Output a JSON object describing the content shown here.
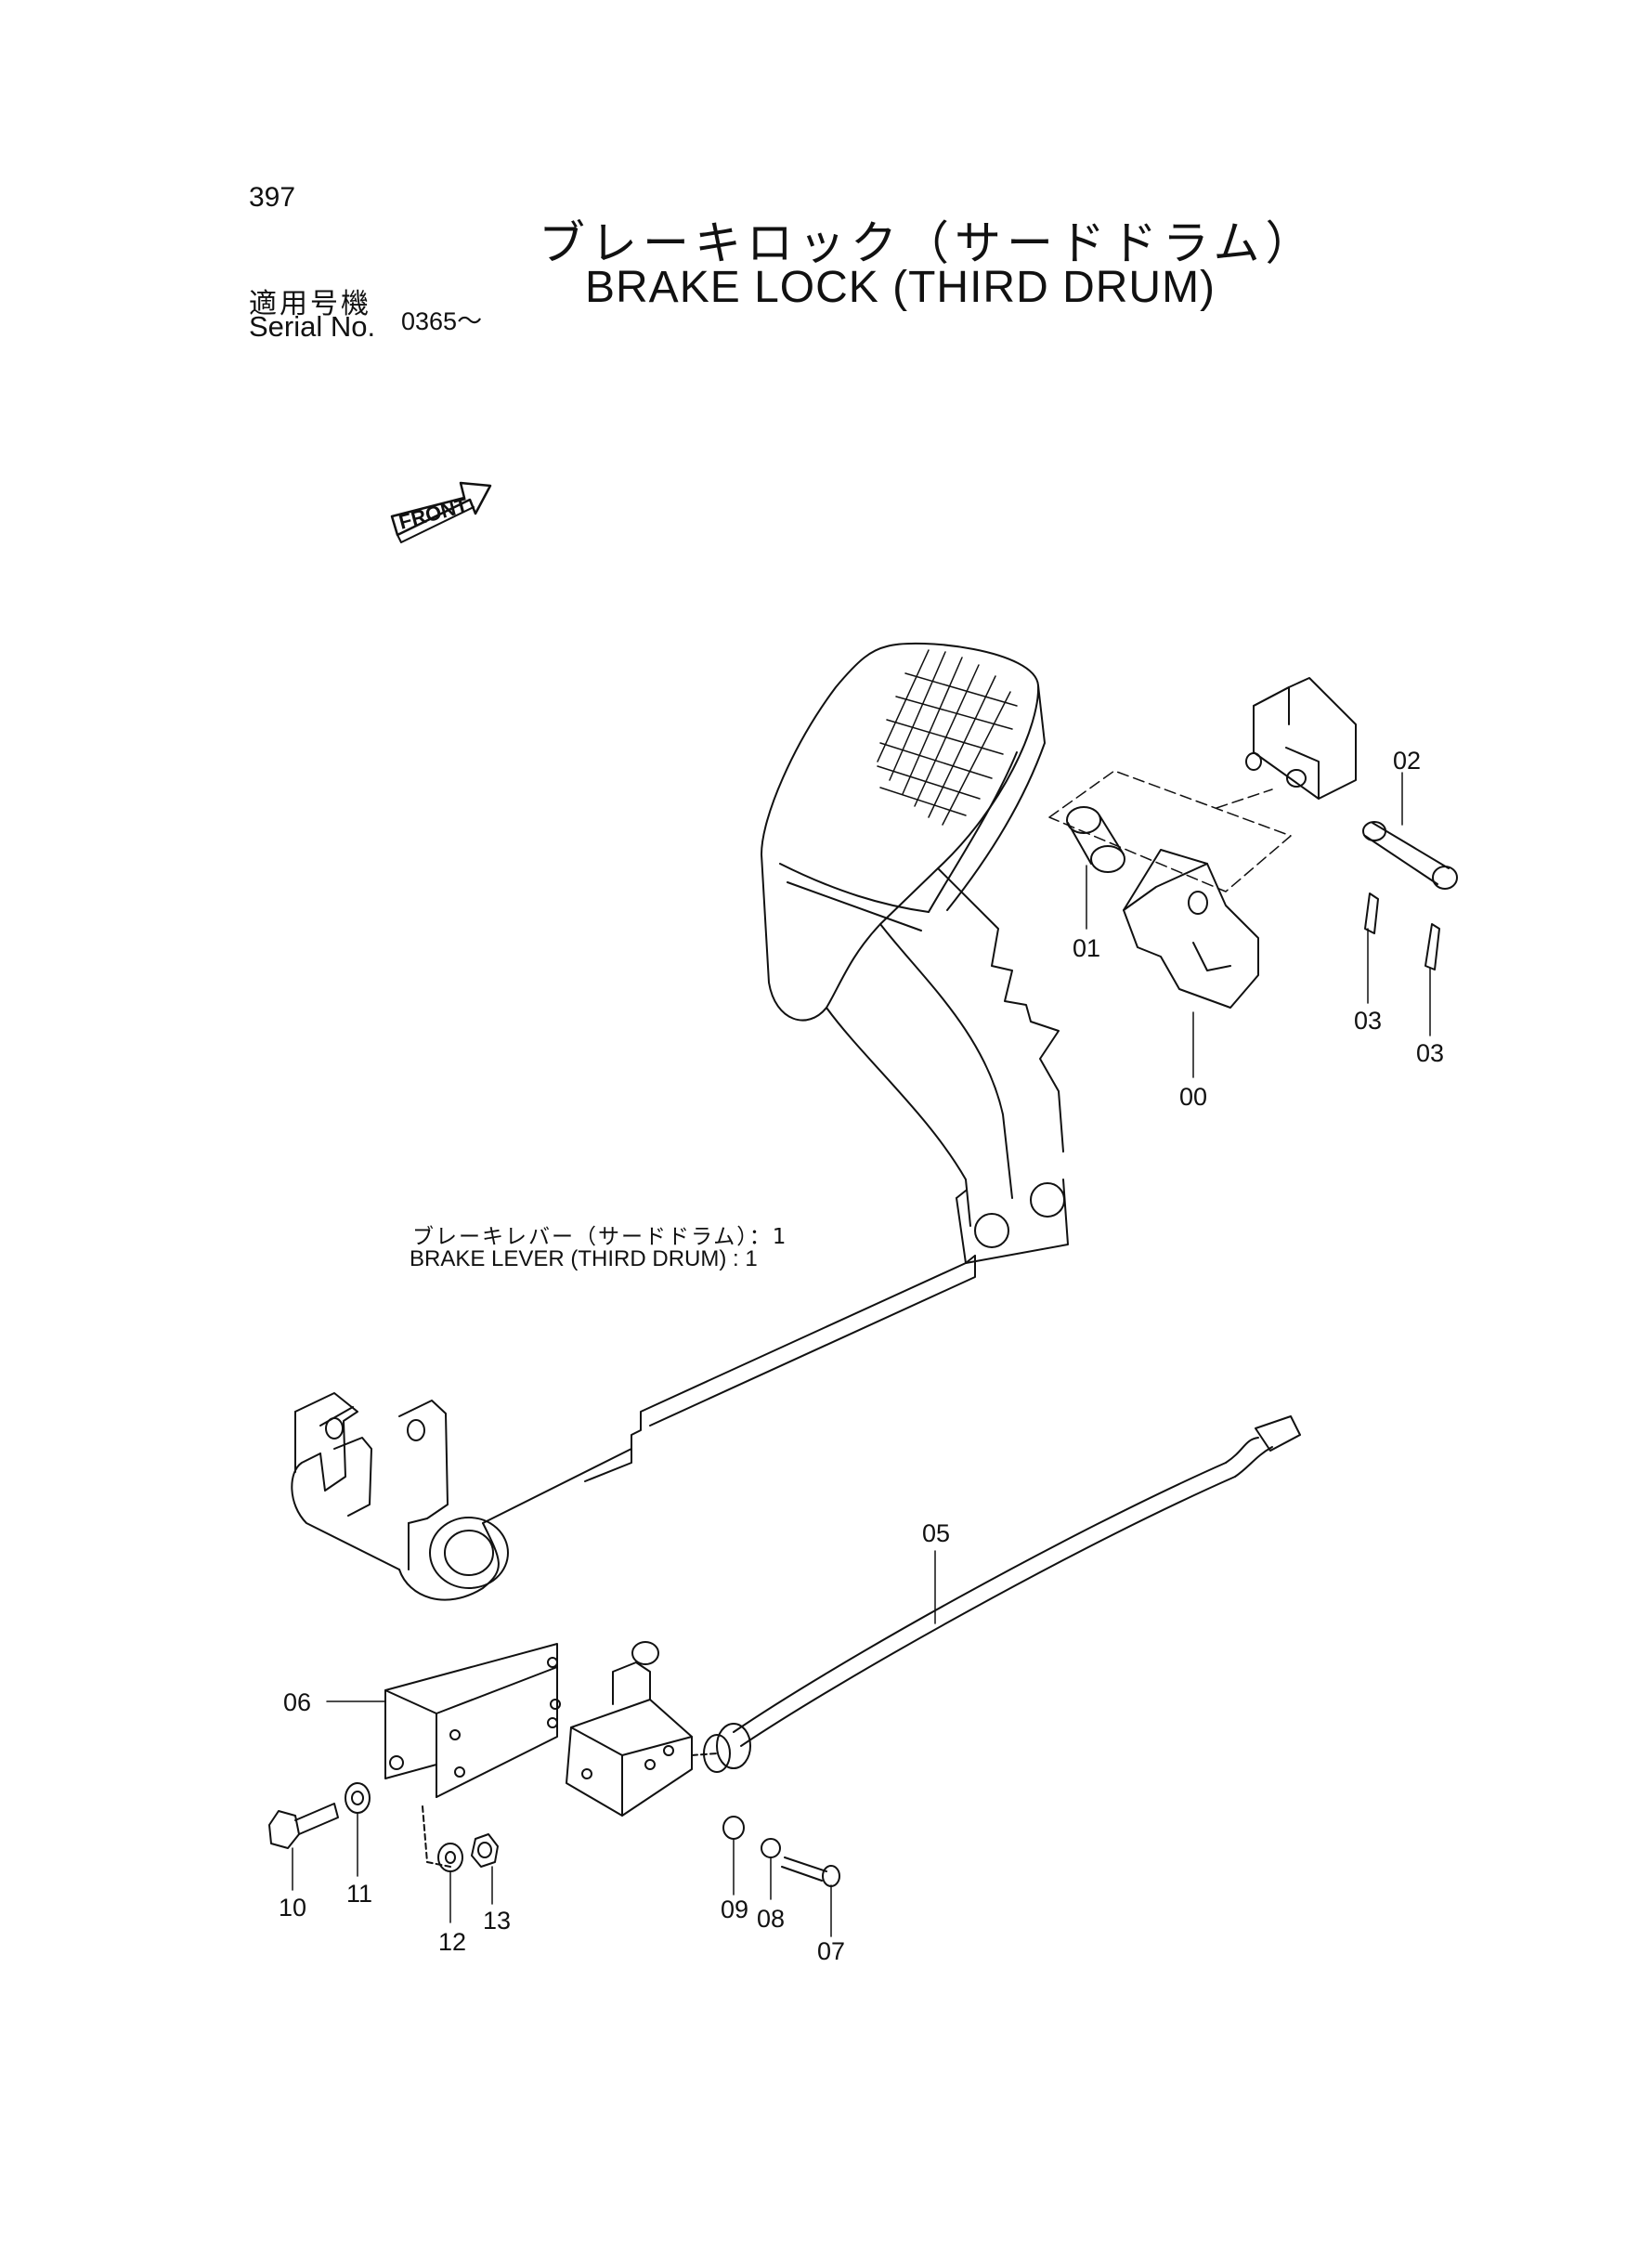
{
  "page": {
    "number": "397",
    "title_jp": "ブレーキロック（サードドラム）",
    "title_en": "BRAKE LOCK (THIRD DRUM)",
    "serial_label_jp": "適用号機",
    "serial_label_en": "Serial No.",
    "serial_value": "0365～"
  },
  "diagram": {
    "front_label": "FRONT",
    "assembly_label_jp": "ブレーキレバー（サードドラム）：1",
    "assembly_label_en": "BRAKE LEVER  (THIRD DRUM) : 1",
    "callouts": {
      "c00": "00",
      "c01": "01",
      "c02": "02",
      "c03a": "03",
      "c03b": "03",
      "c05": "05",
      "c06": "06",
      "c07": "07",
      "c08": "08",
      "c09": "09",
      "c10": "10",
      "c11": "11",
      "c12": "12",
      "c13": "13"
    }
  }
}
